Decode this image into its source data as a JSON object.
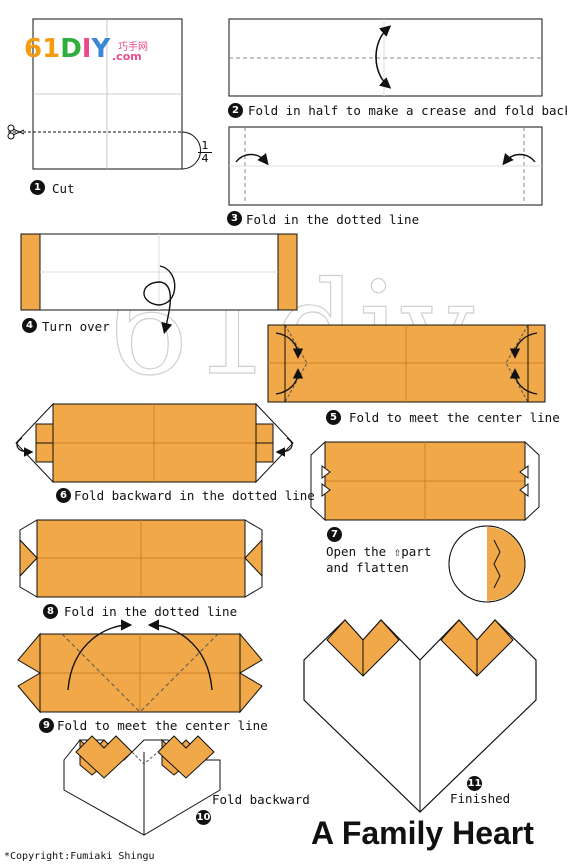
{
  "logo": {
    "text_a": "61",
    "text_b": "D",
    "text_c": "I",
    "text_d": "Y",
    "sub": "巧手网",
    "domain": ".com"
  },
  "watermark": "61diy",
  "fraction": {
    "num": "1",
    "den": "4"
  },
  "steps": [
    {
      "number": "1",
      "caption": "Cut"
    },
    {
      "number": "2",
      "caption": "Fold in half to make a crease and fold back"
    },
    {
      "number": "3",
      "caption": "Fold in the dotted line"
    },
    {
      "number": "4",
      "caption": "Turn over"
    },
    {
      "number": "5",
      "caption": "Fold to meet the center line"
    },
    {
      "number": "6",
      "caption": "Fold backward in the dotted line"
    },
    {
      "number": "7",
      "caption": "Open the ⇧part",
      "caption2": "and flatten"
    },
    {
      "number": "8",
      "caption": "Fold in the dotted line"
    },
    {
      "number": "9",
      "caption": "Fold to meet the center line"
    },
    {
      "number": "10",
      "caption": "Fold backward"
    },
    {
      "number": "11",
      "caption": "Finished"
    }
  ],
  "title": "A Family Heart",
  "copyright": "*Copyright:Fumiaki Shingu",
  "colors": {
    "paper": "#f0a848",
    "paper_edge": "#c47a1c",
    "line": "#111111"
  }
}
